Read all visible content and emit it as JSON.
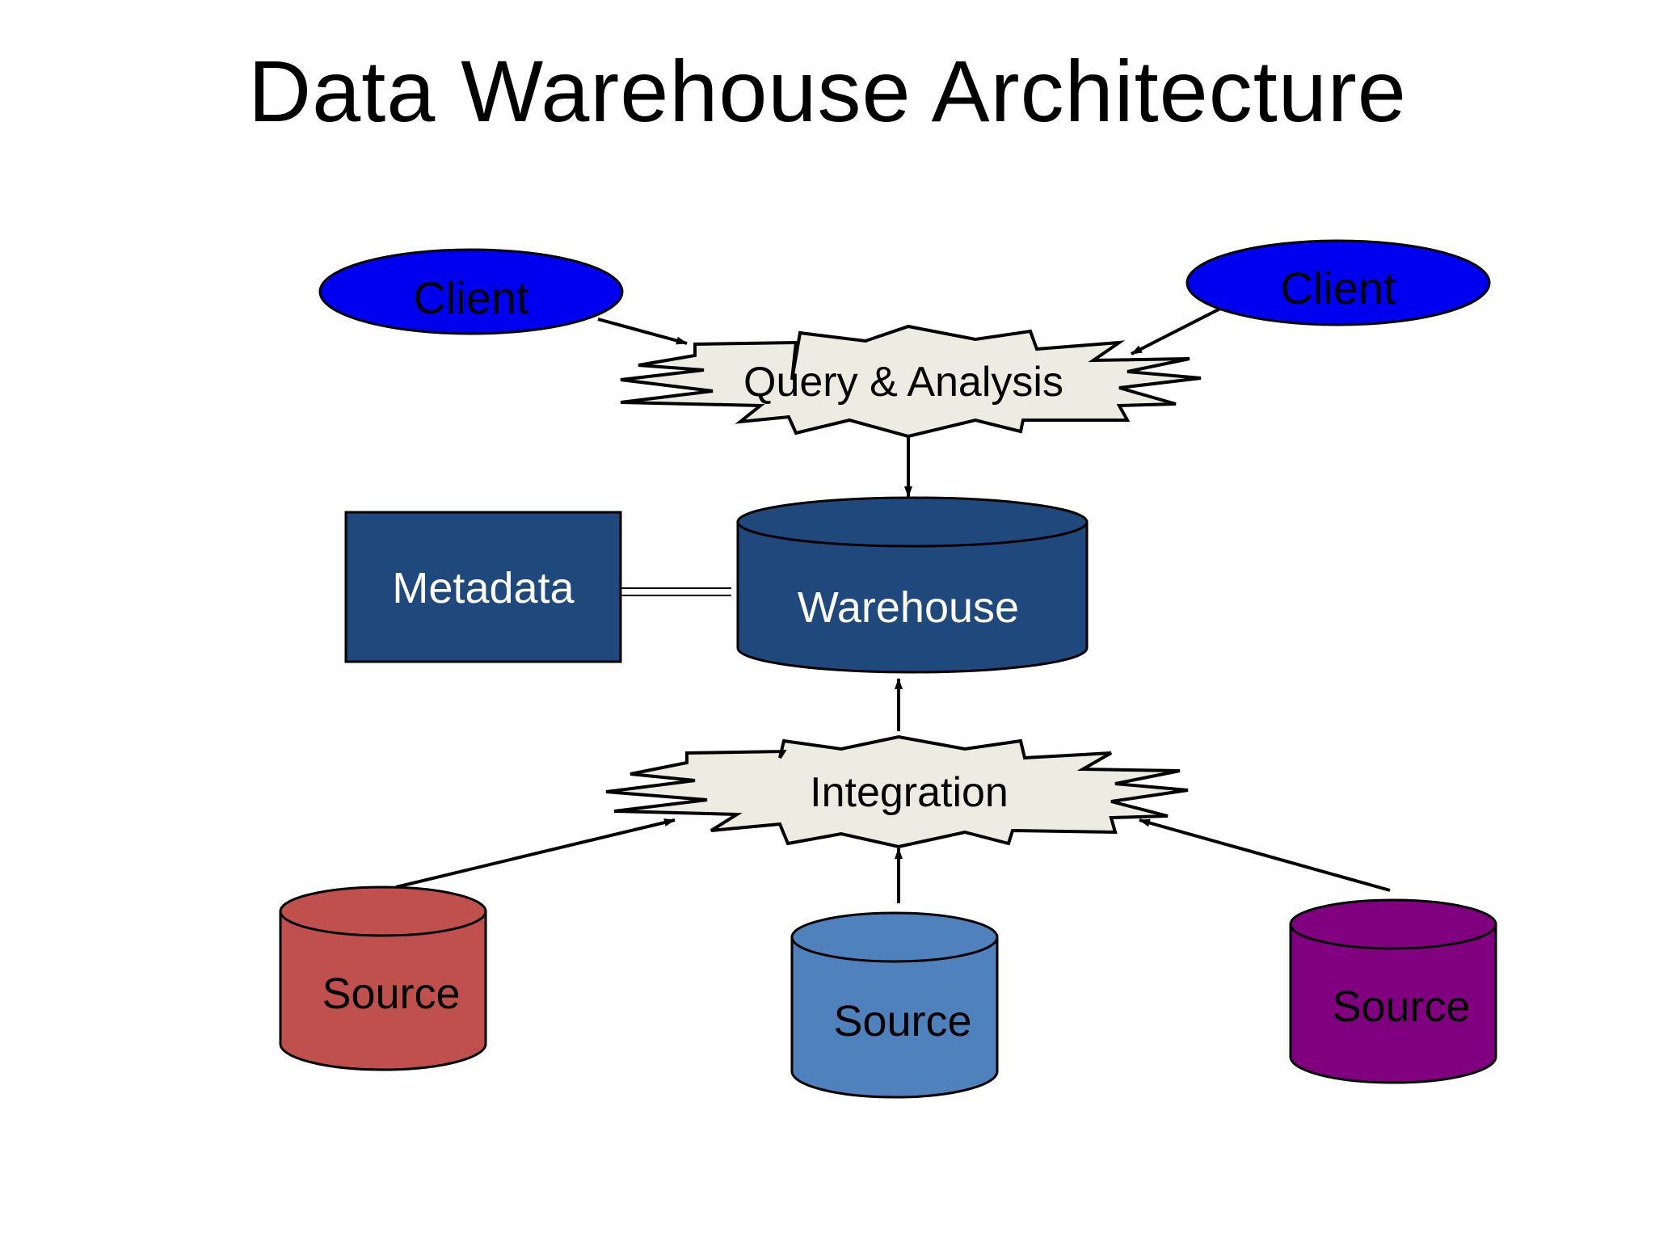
{
  "slide": {
    "title": "Data Warehouse Architecture"
  },
  "nodes": {
    "client_left": {
      "label": "Client",
      "color": "#0000F0"
    },
    "client_right": {
      "label": "Client",
      "color": "#0000F0"
    },
    "query_analysis": {
      "label": "Query & Analysis",
      "color": "#ECECE3"
    },
    "metadata": {
      "label": "Metadata",
      "color": "#1F497D"
    },
    "warehouse": {
      "label": "Warehouse",
      "color": "#1F497D"
    },
    "integration": {
      "label": "Integration",
      "color": "#ECECE3"
    },
    "source_left": {
      "label": "Source",
      "color": "#C0504D"
    },
    "source_middle": {
      "label": "Source",
      "color": "#4F81BD"
    },
    "source_right": {
      "label": "Source",
      "color": "#800080"
    }
  }
}
